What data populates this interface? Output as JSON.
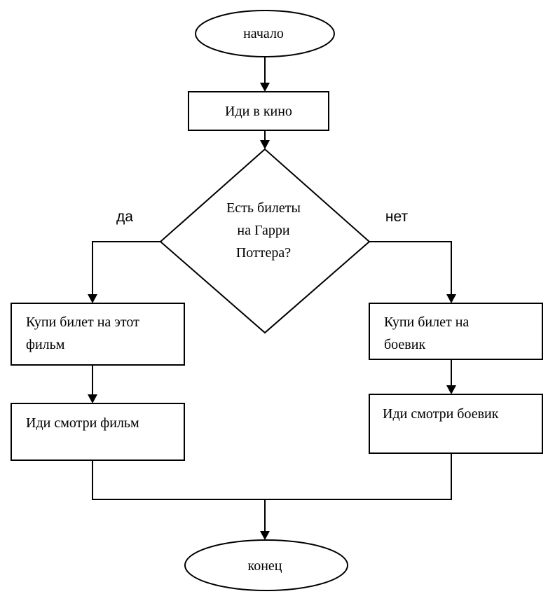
{
  "flowchart": {
    "start": "начало",
    "go_to_cinema": "Иди в кино",
    "decision": [
      "Есть билеты",
      "на Гарри",
      "Поттера?"
    ],
    "branch_yes": "да",
    "branch_no": "нет",
    "buy_this_ticket": [
      "Купи билет на этот",
      "фильм"
    ],
    "watch_film": "Иди смотри фильм",
    "buy_action_ticket": [
      "Купи билет на",
      "боевик"
    ],
    "watch_action": "Иди смотри боевик",
    "end": "конец"
  }
}
